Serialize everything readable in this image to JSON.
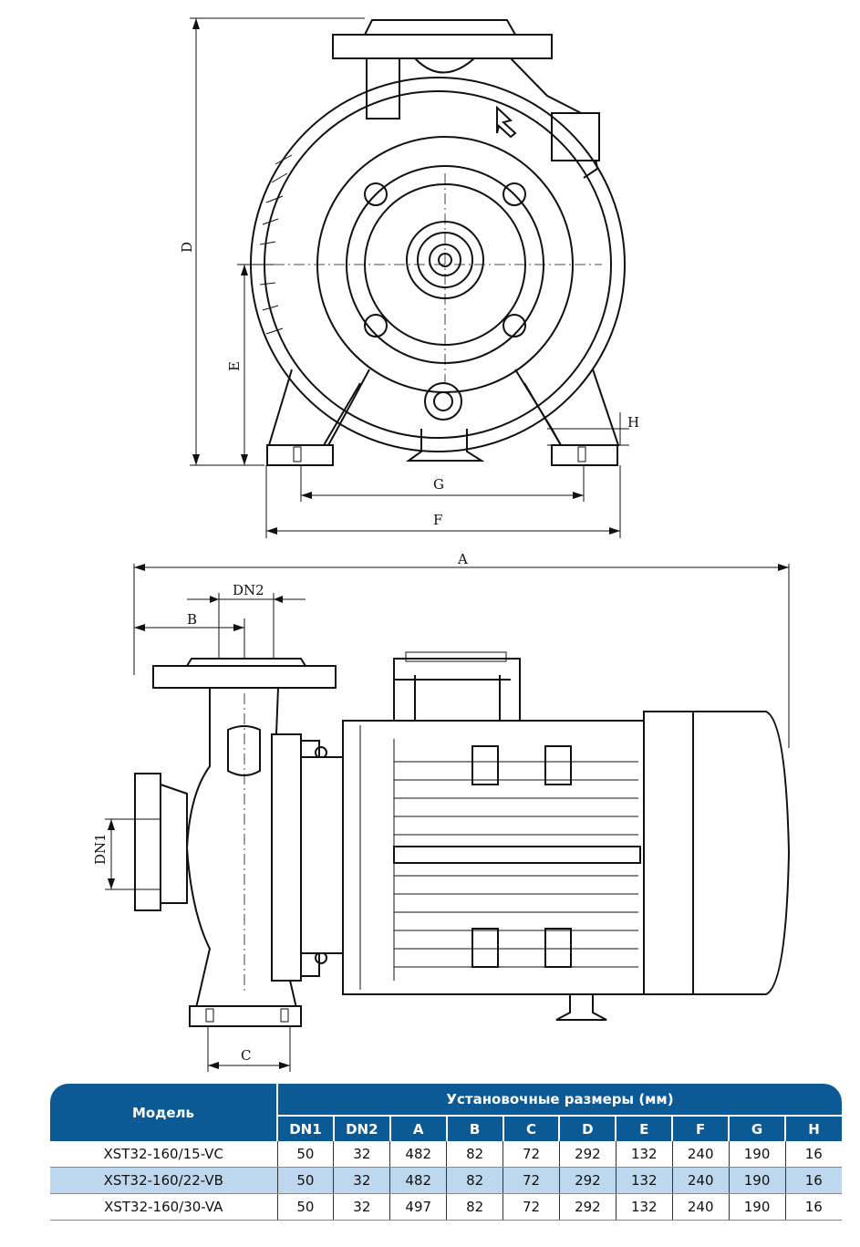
{
  "drawing": {
    "dim_labels": {
      "D": "D",
      "E": "E",
      "H": "H",
      "G": "G",
      "F": "F",
      "A": "A",
      "DN2": "DN2",
      "B": "B",
      "DN1": "DN1",
      "C": "C"
    }
  },
  "table": {
    "model_header": "Модель",
    "group_header": "Установочные размеры (мм)",
    "columns": [
      "DN1",
      "DN2",
      "A",
      "B",
      "C",
      "D",
      "E",
      "F",
      "G",
      "H"
    ],
    "rows": [
      {
        "model": "XST32-160/15-VC",
        "values": [
          "50",
          "32",
          "482",
          "82",
          "72",
          "292",
          "132",
          "240",
          "190",
          "16"
        ]
      },
      {
        "model": "XST32-160/22-VB",
        "values": [
          "50",
          "32",
          "482",
          "82",
          "72",
          "292",
          "132",
          "240",
          "190",
          "16"
        ]
      },
      {
        "model": "XST32-160/30-VA",
        "values": [
          "50",
          "32",
          "497",
          "82",
          "72",
          "292",
          "132",
          "240",
          "190",
          "16"
        ]
      }
    ],
    "colors": {
      "header": "#0b5a96",
      "header_text": "#ffffff",
      "alt_row": "#bcd7ee"
    }
  }
}
